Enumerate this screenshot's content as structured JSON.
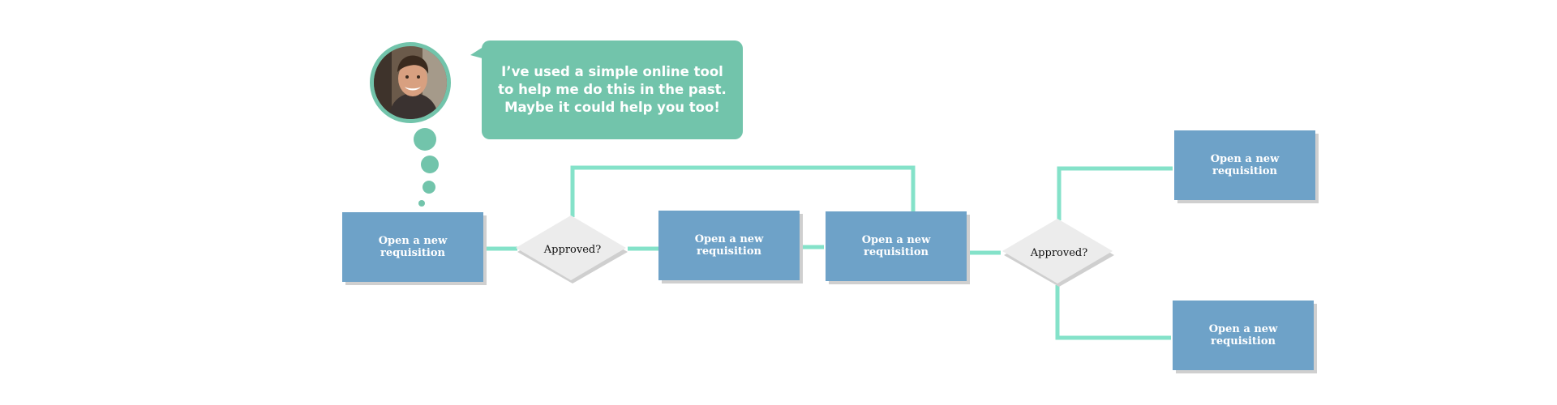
{
  "speech_bubble": {
    "text": "I’ve used a simple online tool to help me do this in the past. Maybe it could help you too!"
  },
  "flowchart": {
    "step_1": "Open a new requisition",
    "decision_1": "Approved?",
    "step_2": "Open a new requisition",
    "step_3": "Open a new requisition",
    "decision_2": "Approved?",
    "branch_top": "Open a new requisition",
    "branch_bottom": "Open a new requisition"
  },
  "colors": {
    "box_fill": "#6ea2c8",
    "connector": "#84e2c9",
    "bubble": "#72c4ab",
    "decision_fill": "#ececec",
    "shadow": "#cfcfcf"
  }
}
